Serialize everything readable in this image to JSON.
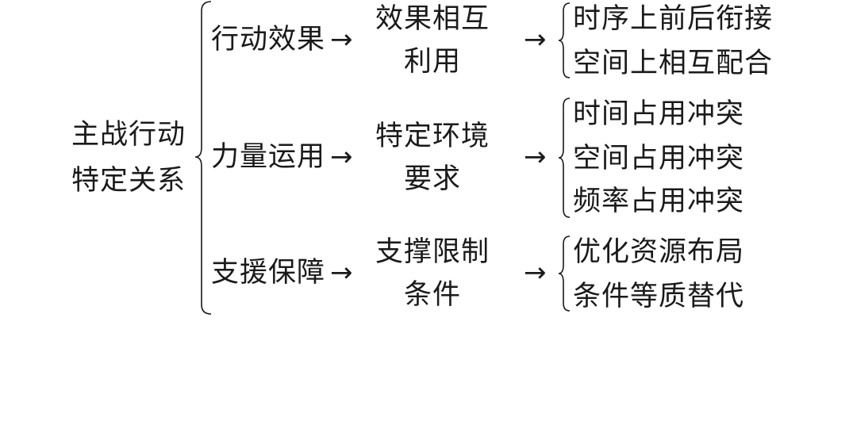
{
  "root": {
    "line1": "主战行动",
    "line2": "特定关系"
  },
  "arrow": "→",
  "branches": [
    {
      "label": "行动效果",
      "middle": [
        "效果相互",
        "利用"
      ],
      "leaves": [
        "时序上前后衔接",
        "空间上相互配合"
      ]
    },
    {
      "label": "力量运用",
      "middle": [
        "特定环境",
        "要求"
      ],
      "leaves": [
        "时间占用冲突",
        "空间占用冲突",
        "频率占用冲突"
      ]
    },
    {
      "label": "支援保障",
      "middle": [
        "支撑限制",
        "条件"
      ],
      "leaves": [
        "优化资源布局",
        "条件等质替代"
      ]
    }
  ]
}
